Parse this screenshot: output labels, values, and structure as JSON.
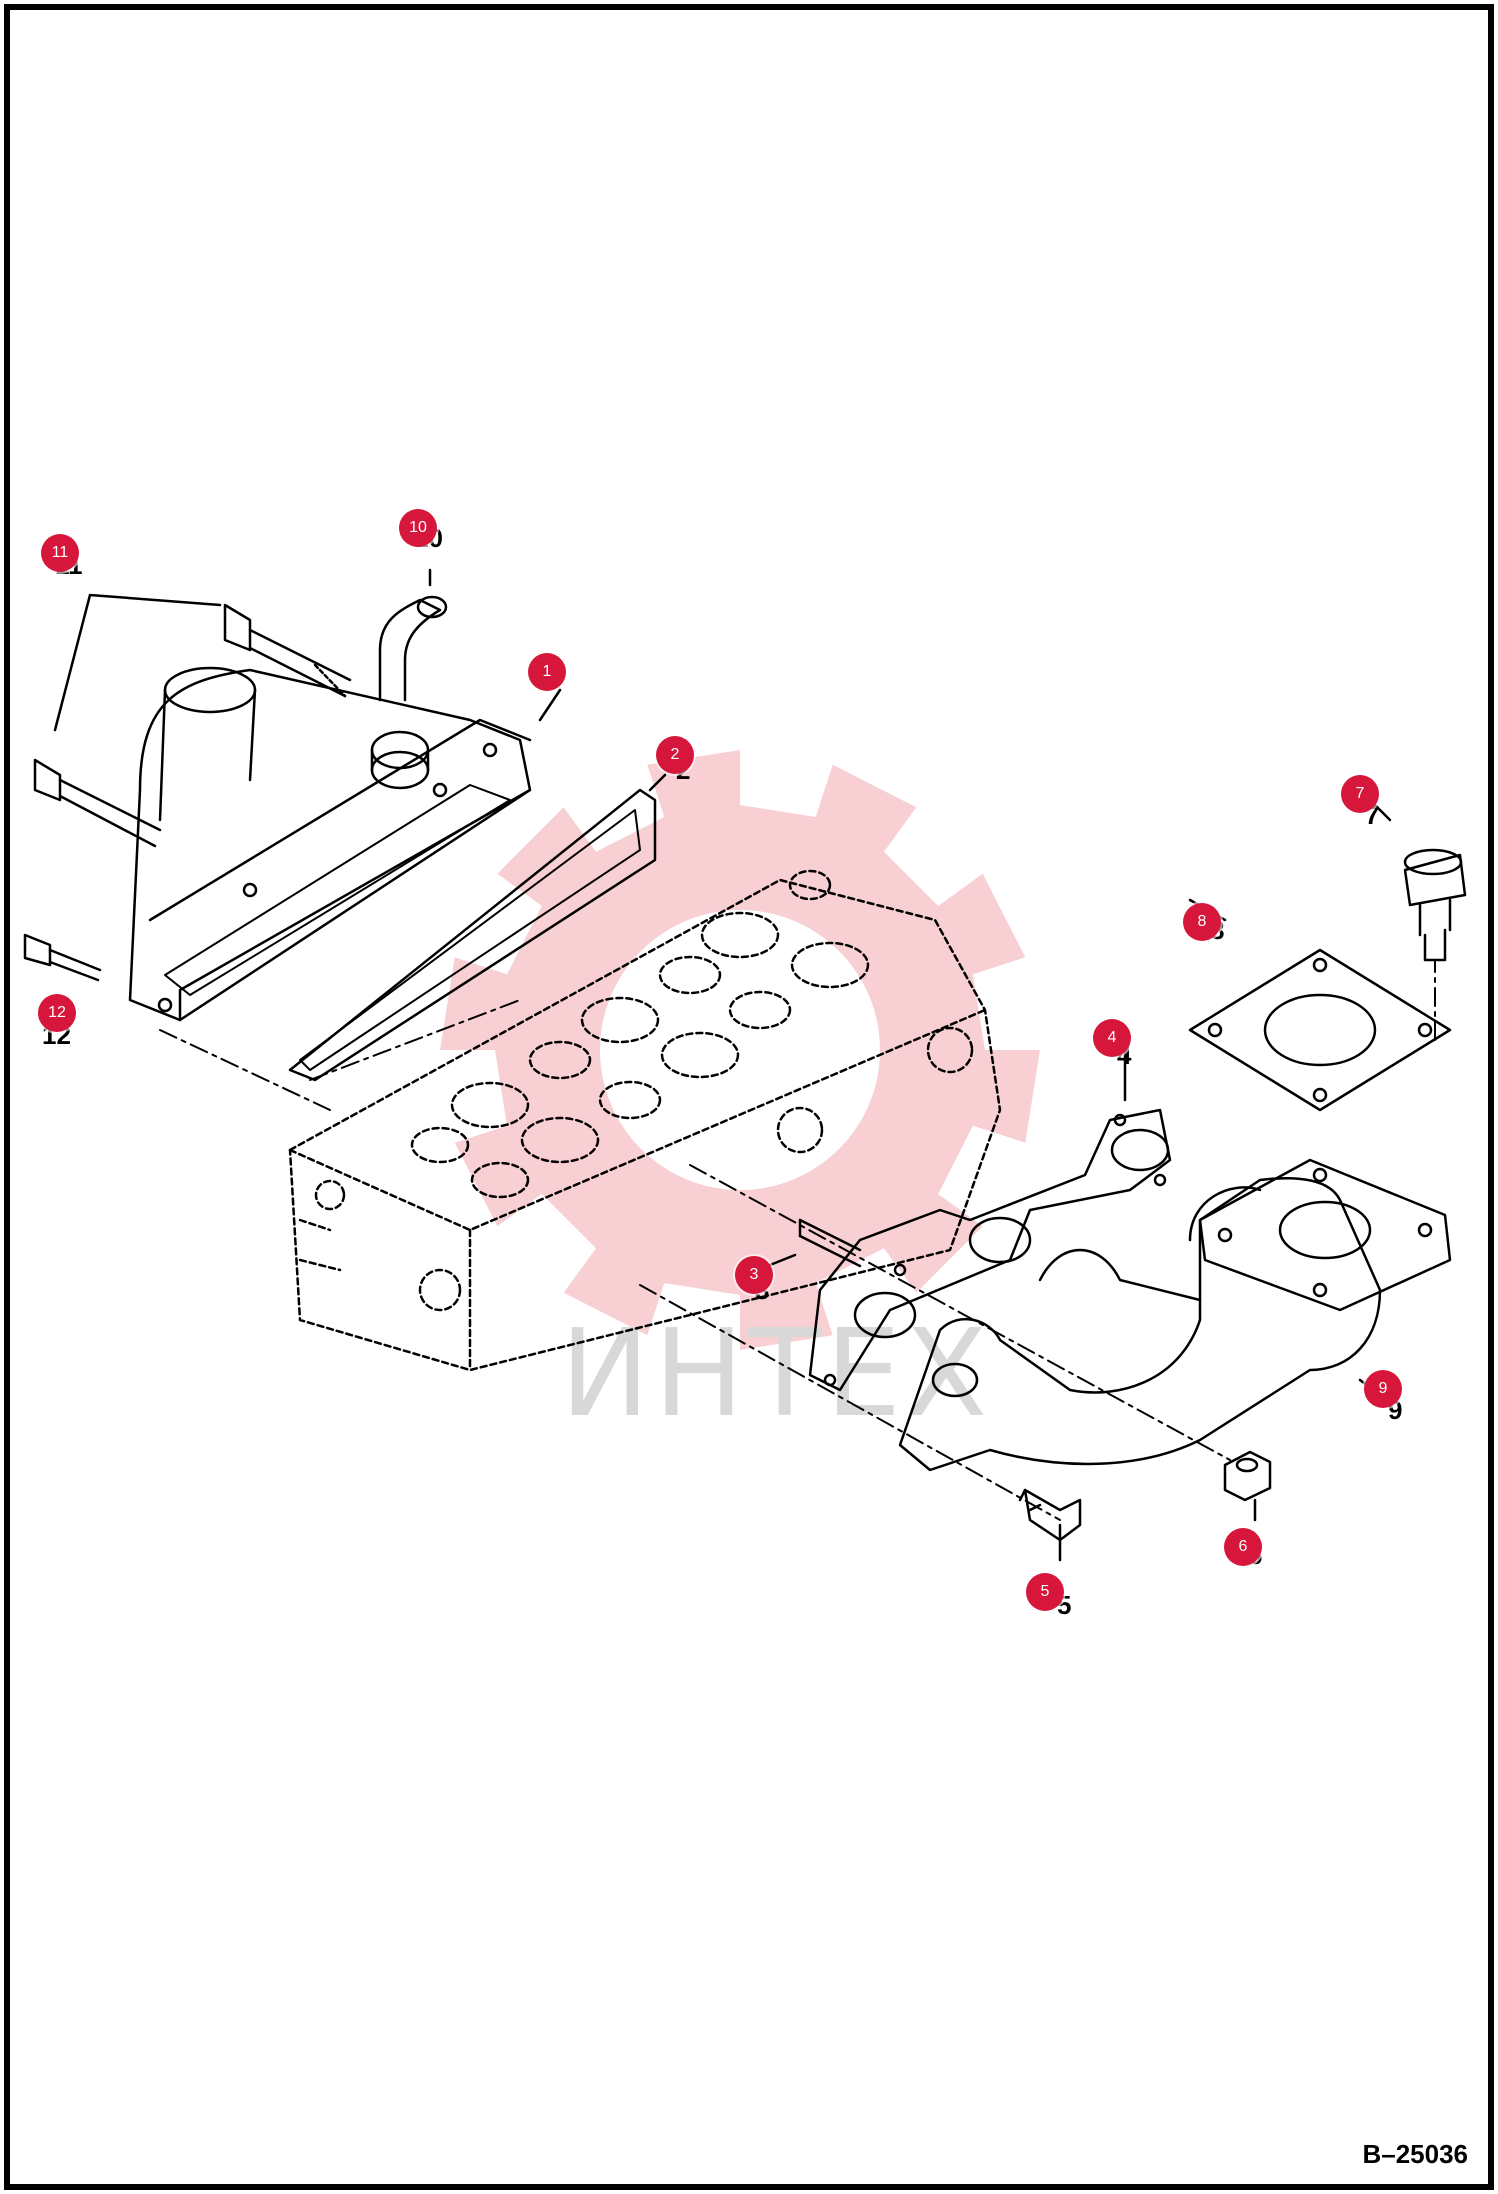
{
  "figure": {
    "code": "B–25036"
  },
  "watermark": {
    "text": "ИНТЕХ"
  },
  "theme": {
    "callout_color": "#d6163a",
    "watermark_gear_color": "#f7c8cc",
    "line_color": "#000000"
  },
  "parts": [
    {
      "no": "1",
      "label": "1",
      "callout": "1"
    },
    {
      "no": "2",
      "label": "2",
      "callout": "2"
    },
    {
      "no": "3",
      "label": "3",
      "callout": "3"
    },
    {
      "no": "4",
      "label": "4",
      "callout": "4"
    },
    {
      "no": "5",
      "label": "5",
      "callout": "5"
    },
    {
      "no": "6",
      "label": "6",
      "callout": "6"
    },
    {
      "no": "7",
      "label": "7",
      "callout": "7"
    },
    {
      "no": "8",
      "label": "8",
      "callout": "8"
    },
    {
      "no": "9",
      "label": "9",
      "callout": "9"
    },
    {
      "no": "10",
      "label": "10",
      "callout": "10"
    },
    {
      "no": "11",
      "label": "11",
      "callout": "11"
    },
    {
      "no": "12",
      "label": "12",
      "callout": "12"
    }
  ]
}
